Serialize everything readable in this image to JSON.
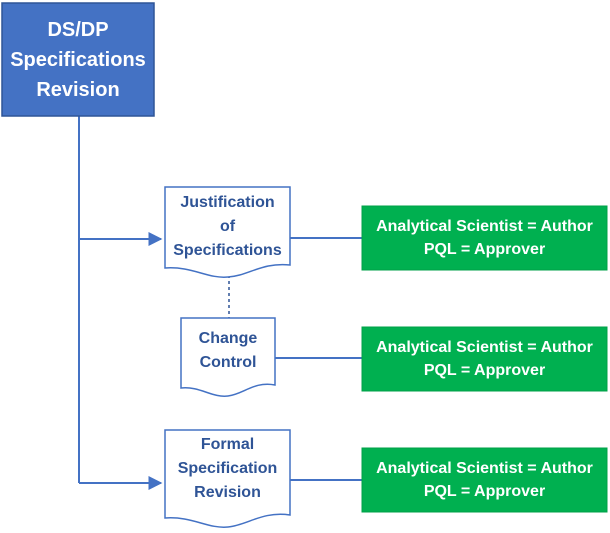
{
  "root": {
    "lines": [
      "DS/DP",
      "Specifications",
      "Revision"
    ]
  },
  "documents": [
    {
      "id": "justification",
      "lines": [
        "Justification",
        "of",
        "Specifications"
      ]
    },
    {
      "id": "change-control",
      "lines": [
        "Change",
        "Control"
      ]
    },
    {
      "id": "formal-revision",
      "lines": [
        "Formal",
        "Specification",
        "Revision"
      ]
    }
  ],
  "roles": [
    {
      "line1": "Analytical Scientist = Author",
      "line2": "PQL = Approver"
    },
    {
      "line1": "Analytical Scientist = Author",
      "line2": "PQL = Approver"
    },
    {
      "line1": "Analytical Scientist = Author",
      "line2": "PQL = Approver"
    }
  ],
  "colors": {
    "root_fill": "#4472c4",
    "root_border": "#2f5597",
    "doc_fill": "#ffffff",
    "doc_border": "#4472c4",
    "doc_text": "#2f5496",
    "role_fill": "#00b050",
    "connector": "#4472c4"
  }
}
